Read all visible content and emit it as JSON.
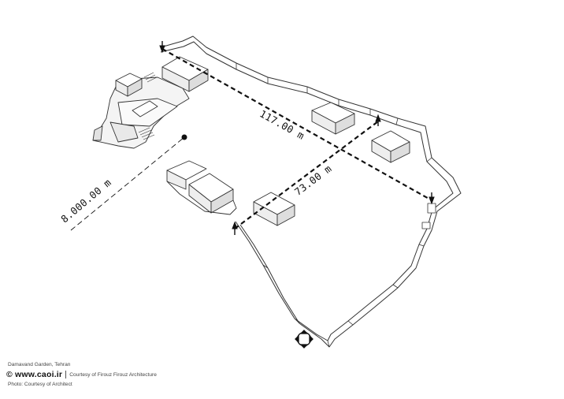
{
  "dimensions": {
    "long_span": "117.00 m",
    "short_span": "73.00 m",
    "distance": "8.000.00 m"
  },
  "credits": {
    "project": "Damavand Garden, Tehran",
    "logo": "© www.caoi.ir",
    "architect": "Courtesy of Firouz Firouz Architecture",
    "photo": "Photo: Courtesy of Architect"
  },
  "icons": [
    "compass-rotate-icon"
  ]
}
